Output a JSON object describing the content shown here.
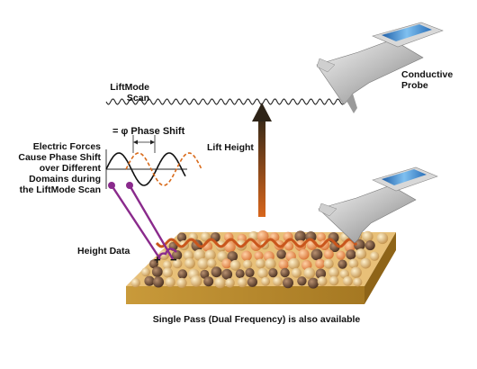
{
  "labels": {
    "liftmode_scan_1": "LiftMode",
    "liftmode_scan_2": "Scan",
    "conductive_probe_1": "Conductive",
    "conductive_probe_2": "Probe",
    "phase_prefix": "= φ",
    "phase_shift": "Phase Shift",
    "lift_height": "Lift Height",
    "electric_1": "Electric Forces",
    "electric_2": "Cause Phase Shift",
    "electric_3": "over Different",
    "electric_4": "Domains during",
    "electric_5": "the LiftMode Scan",
    "height_data": "Height Data",
    "plus": "+",
    "minus": "−",
    "footer": "Single Pass (Dual Frequency) is also available"
  },
  "colors": {
    "wire": "#8a2a8c",
    "arrow_top": "#3a2a18",
    "arrow_bottom": "#d8661c",
    "phase_curve": "#d96a1a",
    "block_top": "#e8c078",
    "block_front": "#b98a2c",
    "block_side": "#8e6418",
    "probe_tip": "#3d8fd6"
  },
  "icons": {
    "probe": "conductive-probe-icon",
    "sample": "sample-block-icon"
  }
}
